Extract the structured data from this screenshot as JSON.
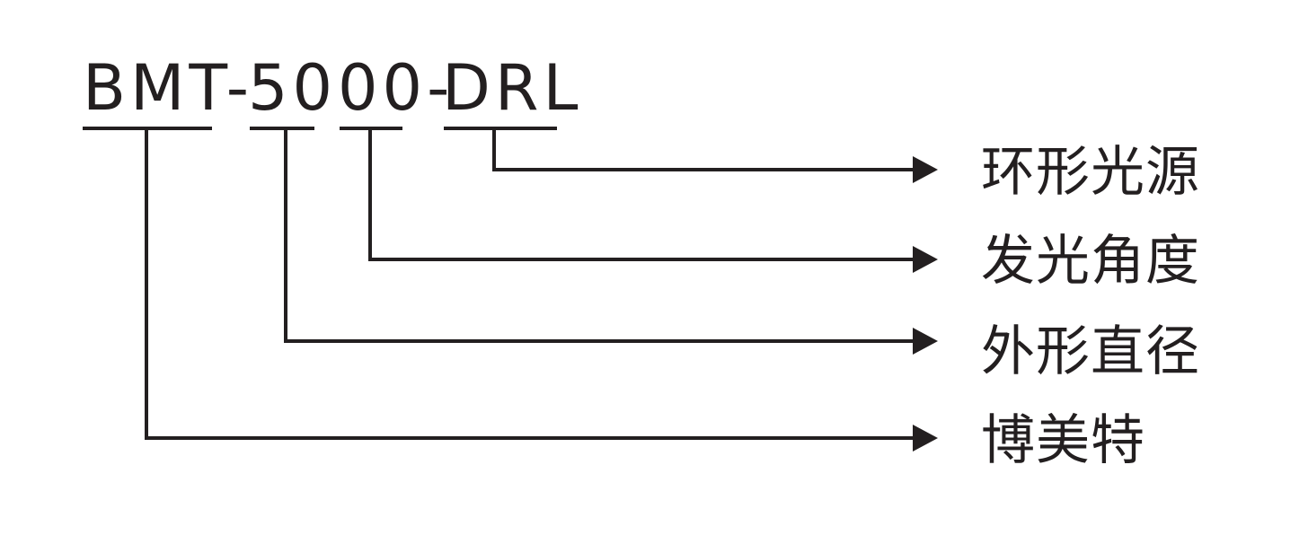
{
  "code": {
    "parts": [
      "BMT-",
      "50",
      "00-",
      "DRL"
    ]
  },
  "labels": [
    "环形光源",
    "发光角度",
    "外形直径",
    "博美特"
  ],
  "colors": {
    "ink": "#231f20",
    "background": "#ffffff"
  }
}
